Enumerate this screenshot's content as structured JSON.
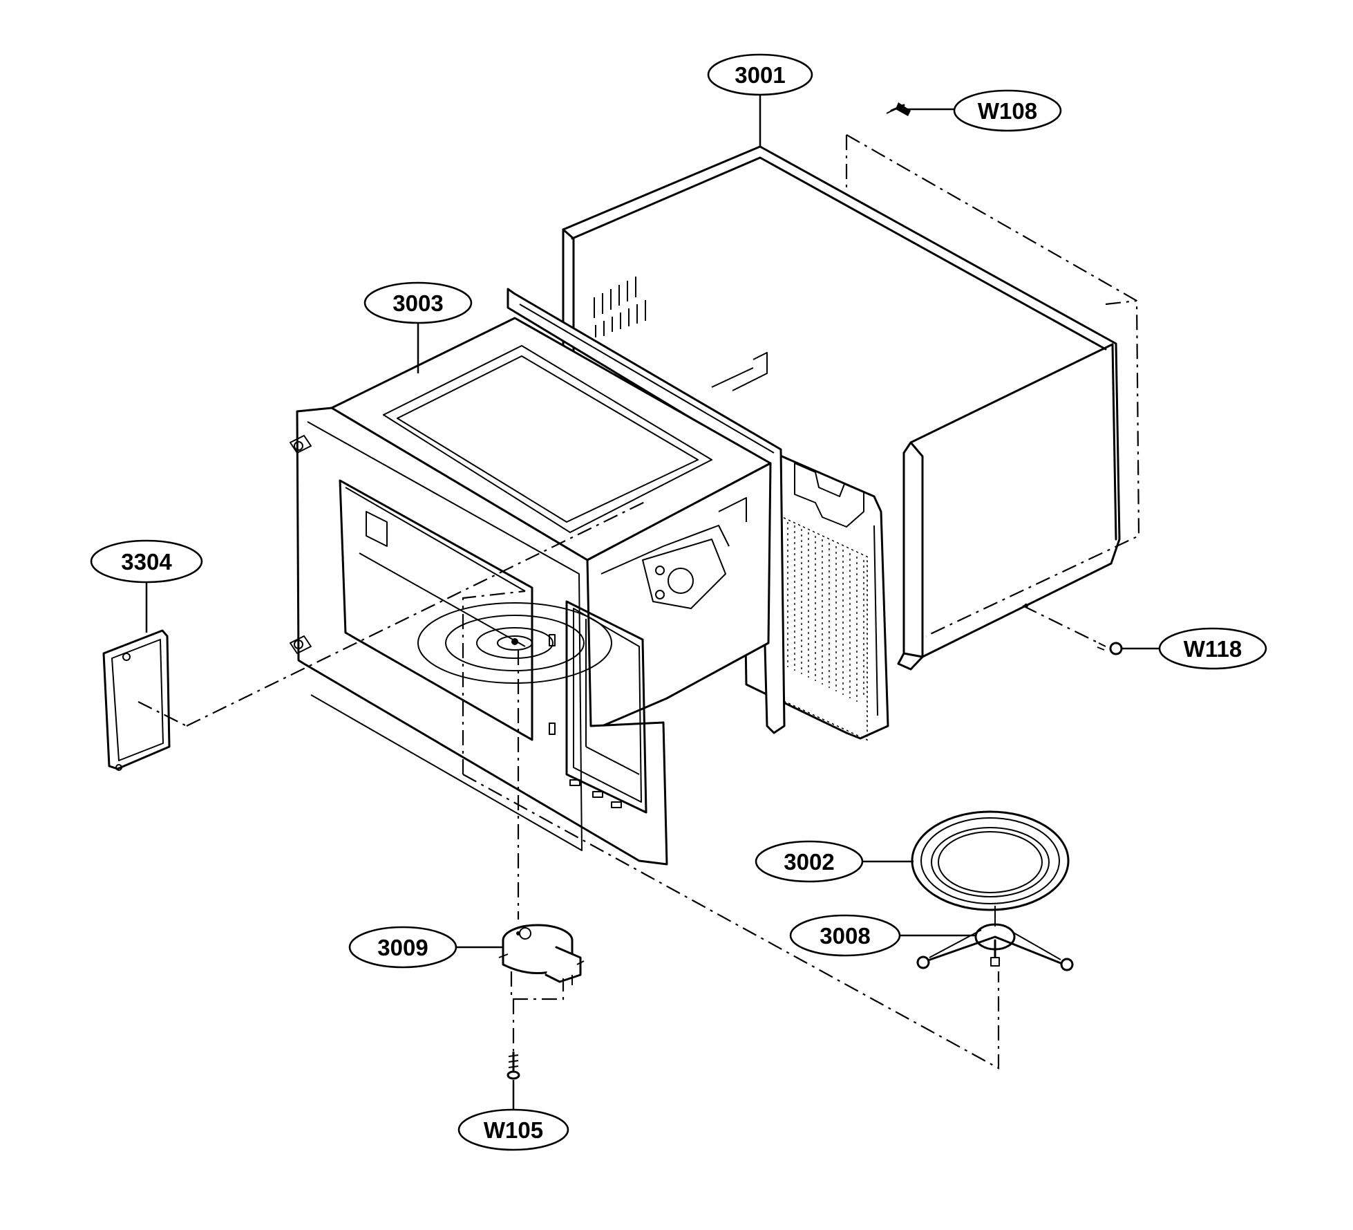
{
  "callouts": {
    "c3001": "3001",
    "w108": "W108",
    "c3003": "3003",
    "c3304": "3304",
    "w118": "W118",
    "c3002": "3002",
    "c3008": "3008",
    "c3009": "3009",
    "w105": "W105"
  },
  "icons": [
    "outer-case",
    "screw",
    "cavity",
    "cover-plate",
    "turntable-tray",
    "roller-ring",
    "drive-motor"
  ]
}
